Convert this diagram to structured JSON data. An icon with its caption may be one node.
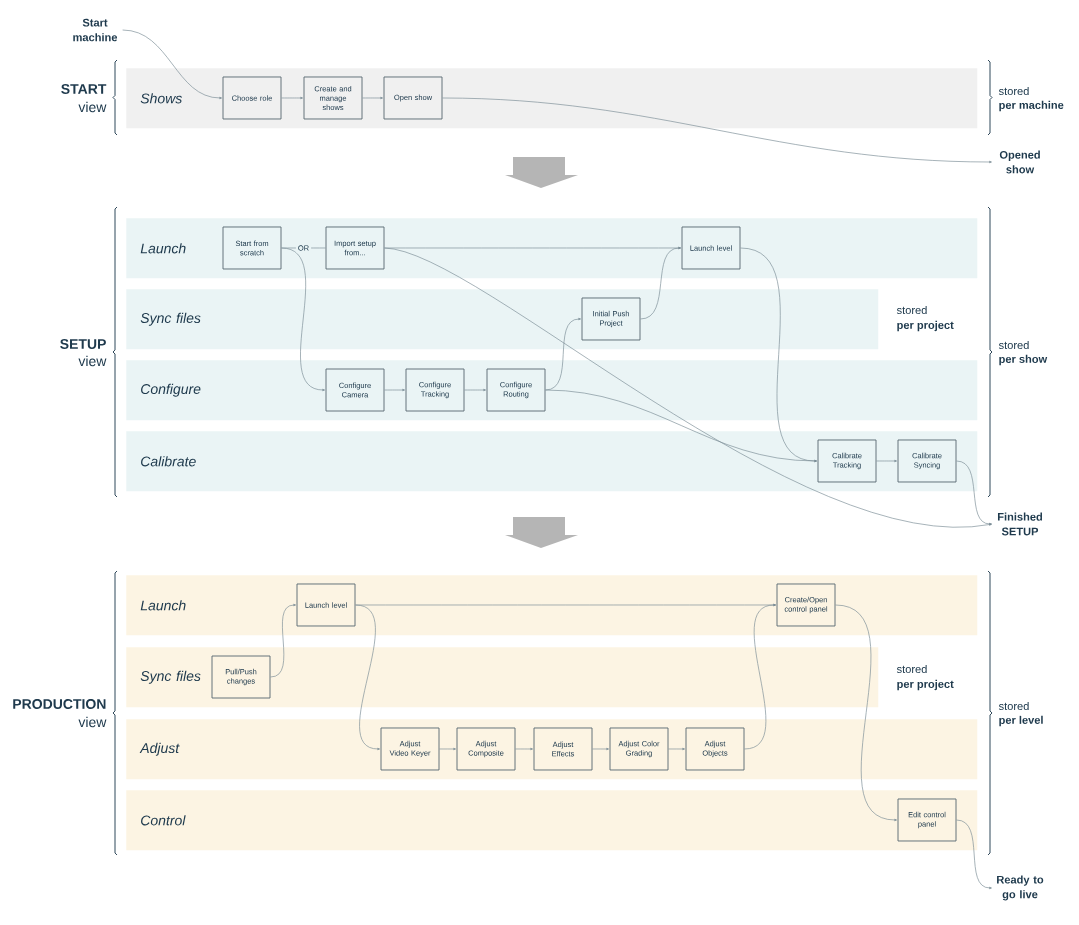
{
  "diagram": {
    "nodes": [
      {
        "text": [
          "Start machine"
        ]
      },
      {
        "text": [
          "Shows"
        ]
      },
      {
        "text": [
          "Choose role"
        ],
        "in": 1
      },
      {
        "text": [
          "Create and manage shows"
        ],
        "in": 1
      },
      {
        "text": [
          "Open show"
        ],
        "in": 1
      },
      {
        "text": [
          "Opened show"
        ]
      },
      {
        "text": [
          "Launch"
        ]
      },
      {
        "text": [
          "Start from scratch"
        ],
        "in": 6
      },
      {
        "text": [
          "Import setup from..."
        ],
        "in": 6
      },
      {
        "text": [
          "Launch level"
        ],
        "in": 6
      },
      {
        "text": [
          "Sync files"
        ]
      },
      {
        "text": [
          "Initial Push Project"
        ],
        "in": 10
      },
      {
        "text": [
          "Configure"
        ]
      },
      {
        "text": [
          "Configure Camera"
        ],
        "in": 12
      },
      {
        "text": [
          "Configure Tracking"
        ],
        "in": 12
      },
      {
        "text": [
          "Configure Routing"
        ],
        "in": 12
      },
      {
        "text": [
          "Calibrate"
        ]
      },
      {
        "text": [
          "Calibrate Tracking"
        ],
        "in": 16
      },
      {
        "text": [
          "Calibrate Syncing"
        ],
        "in": 16
      },
      {
        "text": [
          "Finished SETUP"
        ]
      },
      {
        "text": [
          "Launch"
        ]
      },
      {
        "text": [
          "Launch level"
        ],
        "in": 20
      },
      {
        "text": [
          "Create/Open control panel"
        ],
        "in": 20
      },
      {
        "text": [
          "Sync files"
        ]
      },
      {
        "text": [
          "Pull/Push changes"
        ],
        "in": 23
      },
      {
        "text": [
          "Adjust"
        ]
      },
      {
        "text": [
          "Adjust Video Keyer"
        ],
        "in": 25
      },
      {
        "text": [
          "Adjust Composite"
        ],
        "in": 25
      },
      {
        "text": [
          "Adjust Effects"
        ],
        "in": 25
      },
      {
        "text": [
          "Adjust Color Grading"
        ],
        "in": 25
      },
      {
        "text": [
          "Adjust Objects"
        ],
        "in": 25
      },
      {
        "text": [
          "Control"
        ]
      },
      {
        "text": [
          "Edit control panel"
        ],
        "in": 31
      },
      {
        "text": [
          "Ready to go live"
        ]
      }
    ],
    "edges": [
      {
        "from": 0,
        "to": 2,
        "arrow": "to"
      },
      {
        "from": 2,
        "to": 3,
        "arrow": "to"
      },
      {
        "from": 3,
        "to": 4,
        "arrow": "to"
      },
      {
        "from": 4,
        "to": 5,
        "arrow": "to"
      },
      {
        "from": 7,
        "to": 8,
        "arrow": "none",
        "label": "OR"
      },
      {
        "from": 7,
        "to": 13,
        "arrow": "to"
      },
      {
        "from": 8,
        "to": 9,
        "arrow": "to"
      },
      {
        "from": 8,
        "to": 19,
        "arrow": "to"
      },
      {
        "from": 13,
        "to": 14,
        "arrow": "to"
      },
      {
        "from": 14,
        "to": 15,
        "arrow": "to"
      },
      {
        "from": 15,
        "to": 11,
        "arrow": "to"
      },
      {
        "from": 11,
        "to": 9,
        "arrow": "to"
      },
      {
        "from": 9,
        "to": 17,
        "arrow": "to"
      },
      {
        "from": 15,
        "to": 17,
        "arrow": "to"
      },
      {
        "from": 17,
        "to": 18,
        "arrow": "to"
      },
      {
        "from": 18,
        "to": 19,
        "arrow": "to"
      },
      {
        "from": 24,
        "to": 21,
        "arrow": "to"
      },
      {
        "from": 21,
        "to": 22,
        "arrow": "to"
      },
      {
        "from": 21,
        "to": 26,
        "arrow": "to"
      },
      {
        "from": 26,
        "to": 27,
        "arrow": "to"
      },
      {
        "from": 27,
        "to": 28,
        "arrow": "to"
      },
      {
        "from": 28,
        "to": 29,
        "arrow": "to"
      },
      {
        "from": 29,
        "to": 30,
        "arrow": "to"
      },
      {
        "from": 30,
        "to": 22,
        "arrow": "to"
      },
      {
        "from": 22,
        "to": 32,
        "arrow": "to"
      },
      {
        "from": 32,
        "to": 33,
        "arrow": "to"
      }
    ],
    "labels": [
      "START",
      "view",
      "stored",
      "per machine",
      "SETUP",
      "view",
      "stored",
      "per project",
      "stored",
      "per show",
      "PRODUCTION",
      "view",
      "stored",
      "per project",
      "stored",
      "per level"
    ]
  }
}
